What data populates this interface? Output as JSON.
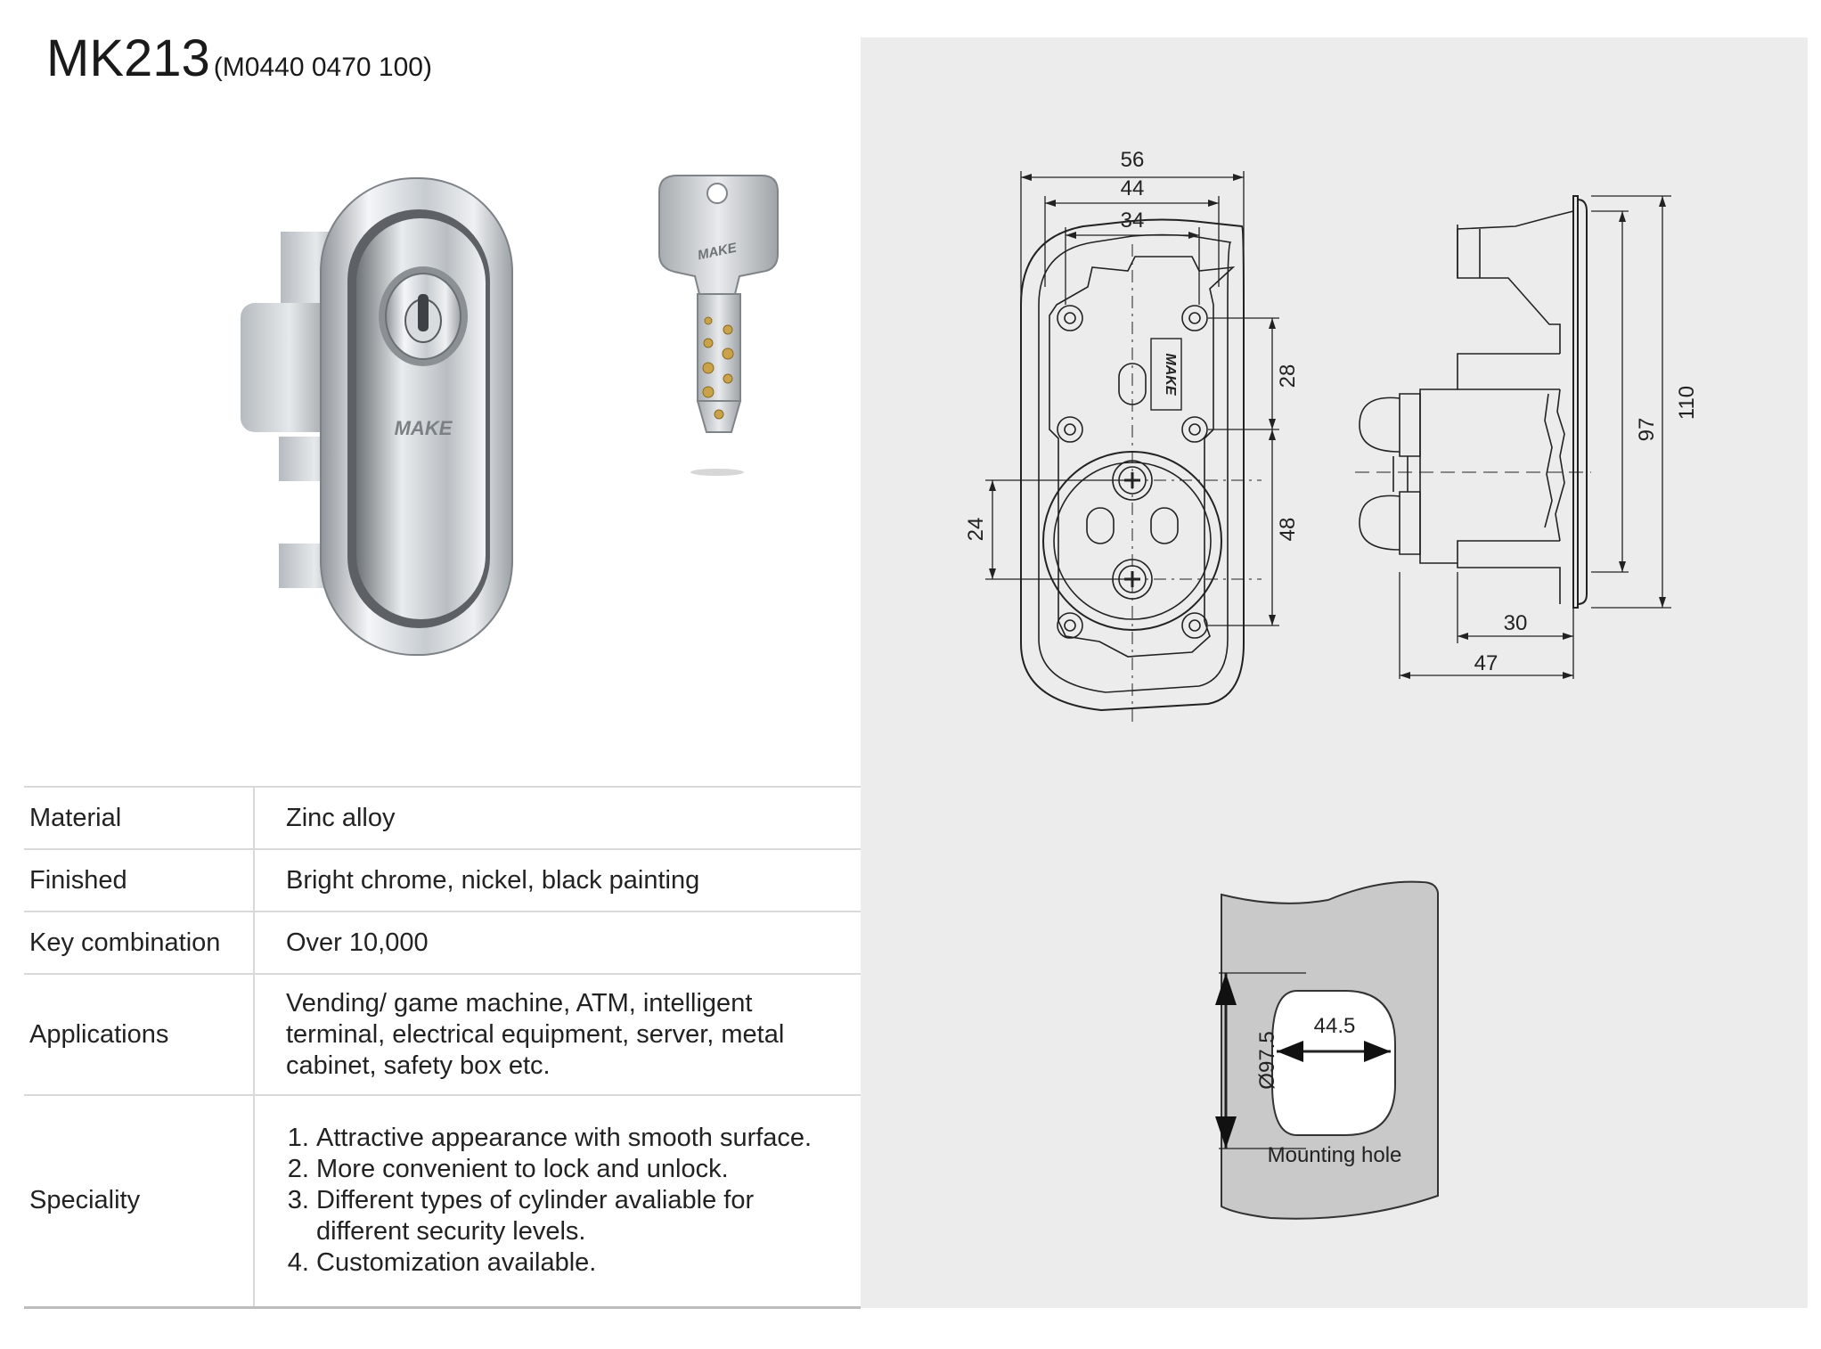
{
  "header": {
    "model": "MK213",
    "part_number": "(M0440 0470 100)"
  },
  "product_image": {
    "brand_mark": "MAKE"
  },
  "key_image": {
    "brand_mark": "MAKE"
  },
  "drawing": {
    "front_view": {
      "dim_56": "56",
      "dim_44": "44",
      "dim_34": "34",
      "dim_28": "28",
      "dim_48": "48",
      "dim_24": "24"
    },
    "side_view": {
      "dim_110": "110",
      "dim_97": "97",
      "dim_30": "30",
      "dim_47": "47"
    },
    "mounting_hole": {
      "dim_diameter": "Ø97.5",
      "dim_width": "44.5",
      "caption": "Mounting hole"
    }
  },
  "specs": {
    "rows": [
      {
        "label": "Material",
        "value": "Zinc alloy"
      },
      {
        "label": "Finished",
        "value": "Bright chrome, nickel, black painting"
      },
      {
        "label": "Key combination",
        "value": "Over 10,000"
      },
      {
        "label": "Applications",
        "value": "Vending/ game machine, ATM, intelligent terminal, electrical equipment, server, metal cabinet, safety box etc."
      }
    ],
    "speciality": {
      "label": "Speciality",
      "items": [
        "Attractive appearance with smooth surface.",
        "More convenient to lock and unlock.",
        "Different types of cylinder avaliable for different security levels.",
        "Customization available."
      ]
    }
  }
}
